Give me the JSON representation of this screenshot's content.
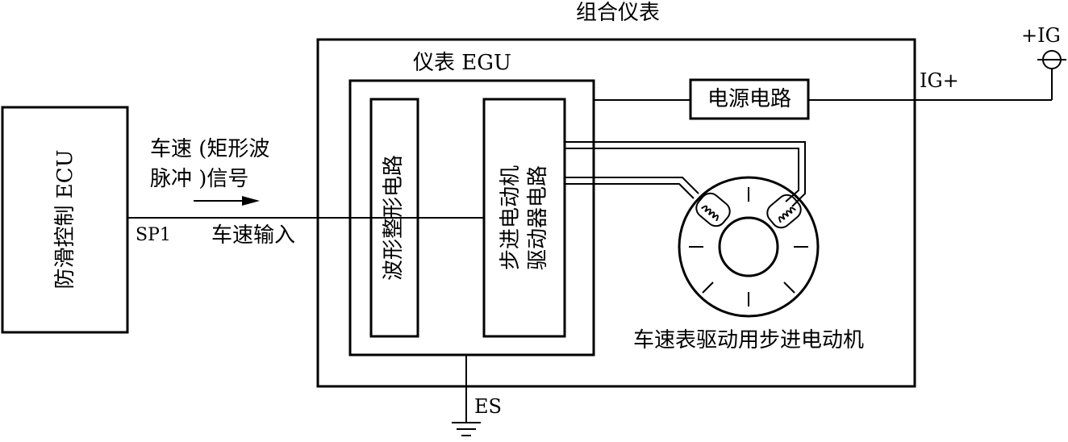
{
  "title": "组合仪表",
  "ecu_label": "防滑控制 ECU",
  "signal_label_line1": "车速 (矩形波",
  "signal_label_line2": "脉冲 )信号",
  "sp1_label": "SP1",
  "speed_input_label": "车速输入",
  "egu_label": "仪表 EGU",
  "wave_shaping_label": "波形整形电路",
  "driver_label_line1": "步进电动机",
  "driver_label_line2": "驱动器电路",
  "power_label": "电源电路",
  "ig_plus_label": "IG+",
  "plus_ig_label": "+IG",
  "motor_label": "车速表驱动用步进电动机",
  "es_label": "ES"
}
